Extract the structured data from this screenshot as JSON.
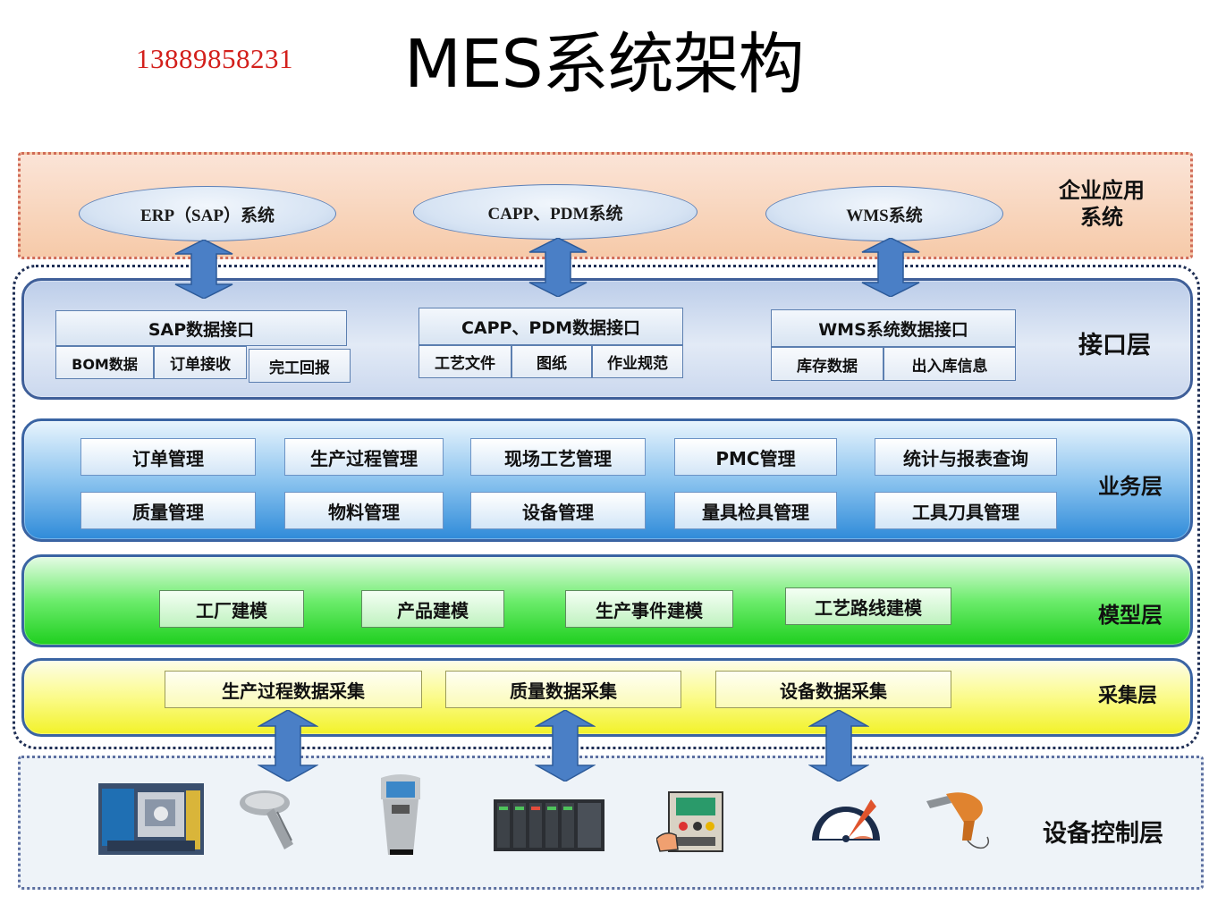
{
  "header": {
    "phone": "13889858231",
    "title": "MES系统架构"
  },
  "enterprise": {
    "label_line1": "企业应用",
    "label_line2": "系统",
    "systems": [
      "ERP（SAP）系统",
      "CAPP、PDM系统",
      "WMS系统"
    ]
  },
  "interface_layer": {
    "label": "接口层",
    "groups": [
      {
        "title": "SAP数据接口",
        "items": [
          "BOM数据",
          "订单接收",
          "完工回报"
        ]
      },
      {
        "title": "CAPP、PDM数据接口",
        "items": [
          "工艺文件",
          "图纸",
          "作业规范"
        ]
      },
      {
        "title": "WMS系统数据接口",
        "items": [
          "库存数据",
          "出入库信息"
        ]
      }
    ]
  },
  "business_layer": {
    "label": "业务层",
    "row1": [
      "订单管理",
      "生产过程管理",
      "现场工艺管理",
      "PMC管理",
      "统计与报表查询"
    ],
    "row2": [
      "质量管理",
      "物料管理",
      "设备管理",
      "量具检具管理",
      "工具刀具管理"
    ]
  },
  "model_layer": {
    "label": "模型层",
    "items": [
      "工厂建模",
      "产品建模",
      "生产事件建模",
      "工艺路线建模"
    ]
  },
  "collect_layer": {
    "label": "采集层",
    "items": [
      "生产过程数据采集",
      "质量数据采集",
      "设备数据采集"
    ]
  },
  "device_layer": {
    "label": "设备控制层",
    "devices": [
      "machine-tool",
      "barcode-scanner",
      "kiosk-terminal",
      "plc-rack",
      "control-panel",
      "gauge",
      "torque-tool"
    ]
  },
  "colors": {
    "phone": "#d3201c",
    "arrow": "#4a7fc6",
    "arrow_edge": "#2c5a99"
  }
}
